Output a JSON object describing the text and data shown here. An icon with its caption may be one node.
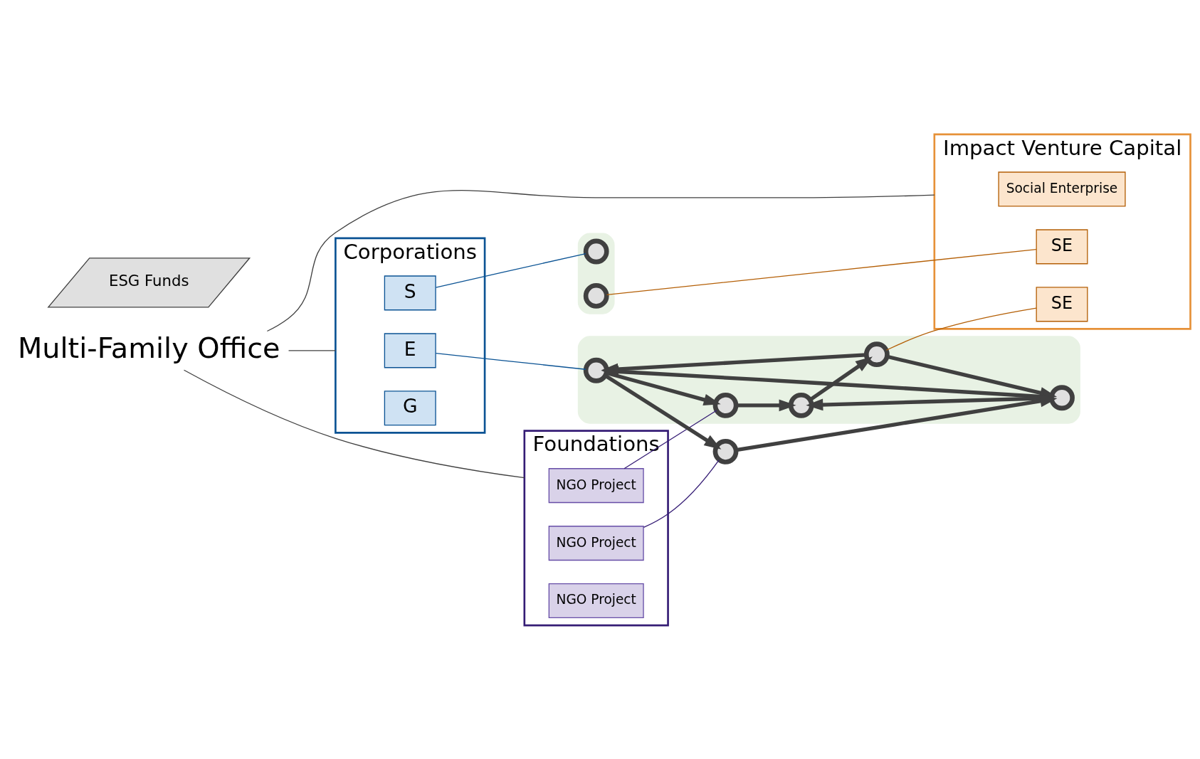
{
  "diagram": {
    "nodes": [
      {
        "text": [
          "Multi-Family Office"
        ]
      },
      {
        "text": [
          "Corporations"
        ]
      },
      {
        "text": [
          "E"
        ],
        "in": 1
      },
      {
        "text": [
          "S"
        ],
        "in": 1
      },
      {
        "text": [
          "G"
        ],
        "in": 1
      },
      {
        "text": [
          "ESG Funds"
        ]
      },
      {
        "text": [
          "Foundations"
        ]
      },
      {
        "text": [
          "NGO Project"
        ],
        "in": 6
      },
      {
        "text": [
          "NGO Project"
        ],
        "in": 6
      },
      {
        "text": [
          "NGO Project"
        ],
        "in": 6
      },
      {
        "text": [
          "Impact Venture Capital"
        ]
      },
      {
        "text": [
          "Social Enterprise"
        ],
        "in": 10
      },
      {
        "text": [
          "SE"
        ],
        "in": 10
      },
      {
        "text": [
          "SE"
        ],
        "in": 10
      },
      {
        "text": [],
        "shape": "ellipse"
      },
      {
        "text": [],
        "shape": "ellipse"
      },
      {
        "text": [],
        "shape": "circle",
        "in": 14
      },
      {
        "text": [],
        "shape": "circle",
        "in": 14
      },
      {
        "text": [],
        "shape": "circle",
        "in": 15
      },
      {
        "text": [],
        "shape": "circle"
      },
      {
        "text": [],
        "shape": "circle",
        "in": 14
      },
      {
        "text": [],
        "shape": "circle",
        "in": 15
      },
      {
        "text": [],
        "shape": "circle",
        "in": 14
      },
      {
        "text": [],
        "shape": "circle",
        "in": 14
      }
    ],
    "edges": [
      {
        "from": 0,
        "to": 1,
        "arrow": "none"
      },
      {
        "from": 0,
        "to": 6,
        "arrow": "none"
      },
      {
        "from": 0,
        "to": 10,
        "arrow": "none"
      },
      {
        "from": 2,
        "to": 16,
        "arrow": "none",
        "color": "#0b5394"
      },
      {
        "from": 3,
        "to": 18,
        "arrow": "none",
        "color": "#0b5394"
      },
      {
        "from": 7,
        "to": 17,
        "arrow": "none",
        "color": "#351c75"
      },
      {
        "from": 8,
        "to": 19,
        "arrow": "none",
        "color": "#351c75"
      },
      {
        "from": 23,
        "to": 12,
        "arrow": "none",
        "color": "#b45f06"
      },
      {
        "from": 21,
        "to": 13,
        "arrow": "none",
        "color": "#b45f06"
      },
      {
        "from": 16,
        "to": 17,
        "arrow": "to",
        "style": "thick"
      },
      {
        "from": 17,
        "to": 20,
        "arrow": "to",
        "style": "thick"
      },
      {
        "from": 16,
        "to": 19,
        "arrow": "to",
        "style": "thick"
      },
      {
        "from": 19,
        "to": 22,
        "arrow": "to",
        "style": "thick"
      },
      {
        "from": 20,
        "to": 23,
        "arrow": "to",
        "style": "thick"
      },
      {
        "from": 23,
        "to": 22,
        "arrow": "to",
        "style": "thick"
      },
      {
        "from": 23,
        "to": 16,
        "arrow": "to",
        "style": "thick"
      },
      {
        "from": 22,
        "to": 16,
        "arrow": "to",
        "style": "thick"
      },
      {
        "from": 22,
        "to": 20,
        "arrow": "to",
        "style": "thick"
      }
    ]
  }
}
